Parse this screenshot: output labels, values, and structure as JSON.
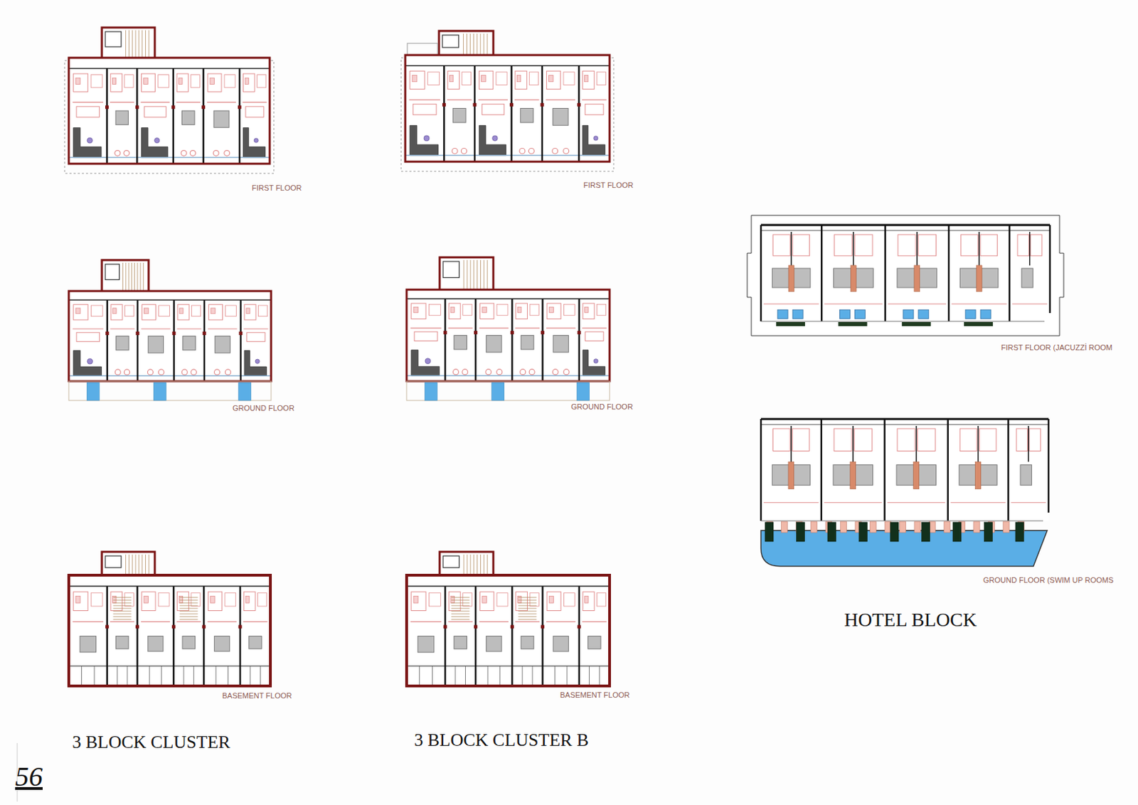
{
  "diagram": {
    "labels": [
      "FIRST FLOOR",
      "FIRST FLOOR",
      "FIRST FLOOR (JACUZZİ ROOM",
      "GROUND FLOOR",
      "GROUND FLOOR",
      "GROUND FLOOR (SWIM UP ROOMS",
      "BASEMENT FLOOR",
      "BASEMENT FLOOR",
      "HOTEL BLOCK",
      "3 BLOCK CLUSTER",
      "3 BLOCK CLUSTER B",
      "56"
    ]
  }
}
